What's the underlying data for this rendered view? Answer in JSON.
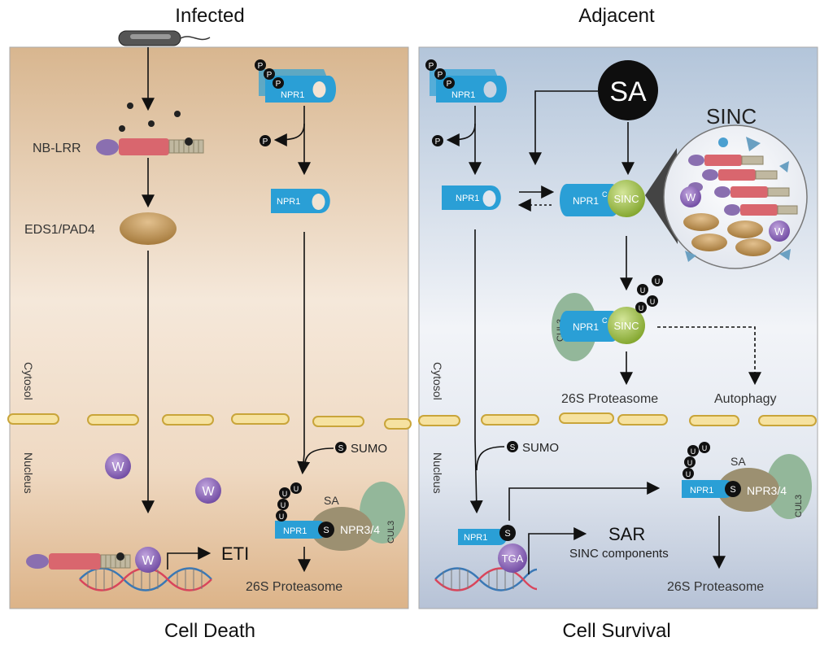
{
  "titles": {
    "infected": "Infected",
    "adjacent": "Adjacent",
    "cell_death": "Cell Death",
    "cell_survival": "Cell Survival"
  },
  "compartments": {
    "cytosol": "Cytosol",
    "nucleus": "Nucleus"
  },
  "left": {
    "nb_lrr": "NB-LRR",
    "eds1_pad4": "EDS1/PAD4",
    "npr1": "NPR1",
    "p": "P",
    "w": "W",
    "etI": "ETI",
    "sumo": "SUMO",
    "s": "S",
    "u": "U",
    "sa": "SA",
    "npr34": "NPR3/4",
    "cul3": "CUL3",
    "proteasome": "26S Proteasome"
  },
  "right": {
    "sa_big": "SA",
    "sinc_title": "SINC",
    "npr1": "NPR1",
    "npr1c": "NPR1",
    "c_sup": "C",
    "sinc": "SINC",
    "p": "P",
    "w": "W",
    "u": "U",
    "cul3": "CUL3",
    "proteasome_top": "26S Proteasome",
    "autophagy": "Autophagy",
    "sumo": "SUMO",
    "s": "S",
    "sa": "SA",
    "npr34": "NPR3/4",
    "tga": "TGA",
    "sar": "SAR",
    "sinc_components": "SINC components",
    "proteasome_bottom": "26S Proteasome"
  },
  "colors": {
    "left_bg_top": "#d7b48c",
    "left_bg_mid": "#f3e3d3",
    "left_bg_bottom": "#ddb58a",
    "right_bg_top": "#b5c6d9",
    "right_bg_mid": "#eef1f6",
    "right_bg_bottom": "#b8c4d7",
    "npr1": "#2a9fd6",
    "sinc": "#a5c43a",
    "cul3": "#93b79a",
    "npr34": "#9c9071",
    "lrr_red": "#d9666e",
    "lrr_purple": "#8a6fb0",
    "eds1": "#b98c4a",
    "w_ball": "#7c55a8",
    "membrane": "#e2c266"
  }
}
